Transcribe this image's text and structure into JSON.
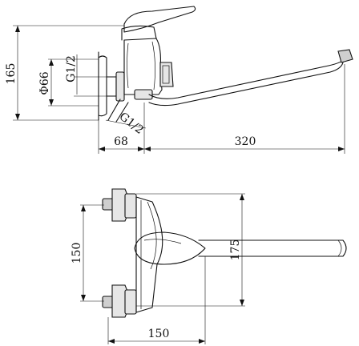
{
  "dimensions": {
    "height_165": "165",
    "diameter_66": "Φ66",
    "thread_vertical": "G1/2",
    "thread_inclined": "G1/2",
    "offset_68": "68",
    "spout_320": "320",
    "height_150": "150",
    "height_175": "175",
    "width_150": "150"
  }
}
